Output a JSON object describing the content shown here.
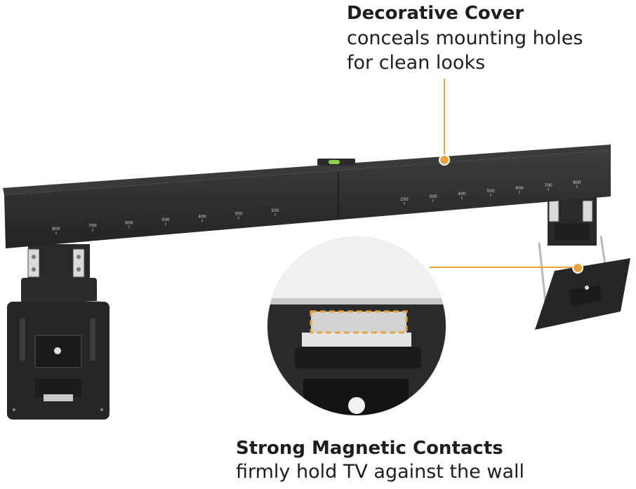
{
  "callouts": {
    "top": {
      "title": "Decorative Cover",
      "lines": [
        "conceals mounting holes",
        "for clean looks"
      ]
    },
    "bottom": {
      "title": "Strong Magnetic Contacts",
      "lines": [
        "firmly hold TV against the wall"
      ]
    }
  },
  "bar_scale_left": [
    "800",
    "700",
    "600",
    "500",
    "400",
    "300",
    "200"
  ],
  "bar_scale_right": [
    "250",
    "300",
    "400",
    "500",
    "600",
    "700",
    "800"
  ],
  "colors": {
    "accent": "#e8a33c",
    "bracket": "#262626",
    "bar": "#2b2b2b",
    "bar_top": "#3a3a3a",
    "level_bubble": "#8bd44a"
  }
}
